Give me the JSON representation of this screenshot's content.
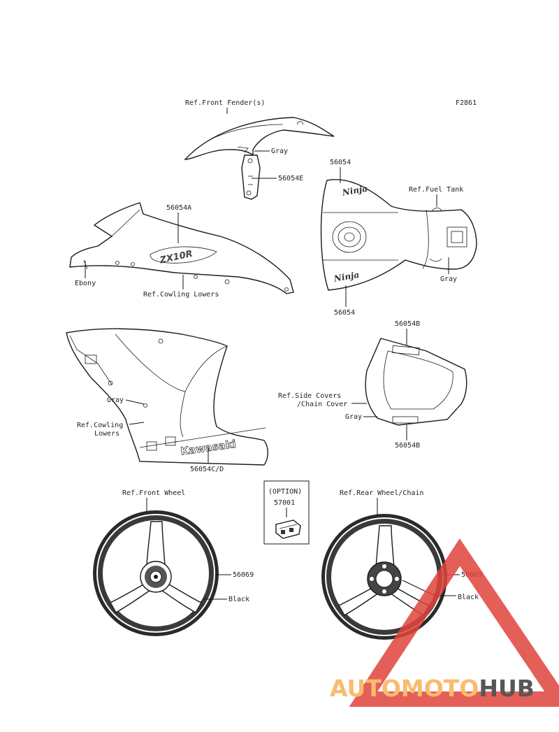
{
  "figure_code": "F2861",
  "labels": {
    "front_fender_ref": "Ref.Front Fender(s)",
    "fender_gray": "Gray",
    "p56054e": "56054E",
    "p56054a": "56054A",
    "ebony": "Ebony",
    "cowling_lowers_ref_1": "Ref.Cowling Lowers",
    "tank_top_part": "56054",
    "fuel_tank_ref": "Ref.Fuel Tank",
    "tank_gray": "Gray",
    "tank_bottom_part": "56054",
    "p56054b_top": "56054B",
    "side_covers_ref_1": "Ref.Side Covers",
    "side_covers_ref_2": "/Chain Cover",
    "tail_gray": "Gray",
    "p56054b_bottom": "56054B",
    "fairing_gray": "Gray",
    "cowling_lowers_ref_2a": "Ref.Cowling",
    "cowling_lowers_ref_2b": "Lowers",
    "p56054cd": "56054C/D",
    "front_wheel_ref": "Ref.Front Wheel",
    "front_wheel_part": "56069",
    "front_wheel_black": "Black",
    "option": "(OPTION)",
    "option_part": "57001",
    "rear_wheel_ref": "Ref.Rear Wheel/Chain",
    "rear_wheel_part": "56069",
    "rear_wheel_black": "Black"
  },
  "decal_text": {
    "zx10r": "ZX10R",
    "ninja_top": "Ninja",
    "ninja_bottom": "Ninja",
    "kawasaki": "Kawasaki"
  },
  "watermark": {
    "part1": "AUTOMOTO",
    "part2": "HUB",
    "color1": "#f7b155",
    "color2": "#3a3a3a",
    "triangle_color": "#e0443c"
  }
}
